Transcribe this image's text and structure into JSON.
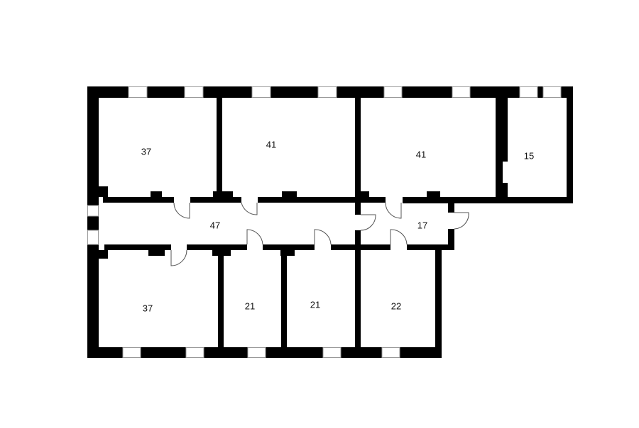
{
  "plan": {
    "wall_color": "#000000",
    "window_color": "#ffffff",
    "door_line_color": "#555555",
    "rooms": [
      {
        "id": "top-left",
        "area": "37"
      },
      {
        "id": "top-middle",
        "area": "41"
      },
      {
        "id": "top-right",
        "area": "41"
      },
      {
        "id": "top-far-right",
        "area": "15"
      },
      {
        "id": "corridor",
        "area": "47"
      },
      {
        "id": "hall",
        "area": "17"
      },
      {
        "id": "bottom-left",
        "area": "37"
      },
      {
        "id": "bottom-2",
        "area": "21"
      },
      {
        "id": "bottom-3",
        "area": "21"
      },
      {
        "id": "bottom-4",
        "area": "22"
      }
    ]
  }
}
